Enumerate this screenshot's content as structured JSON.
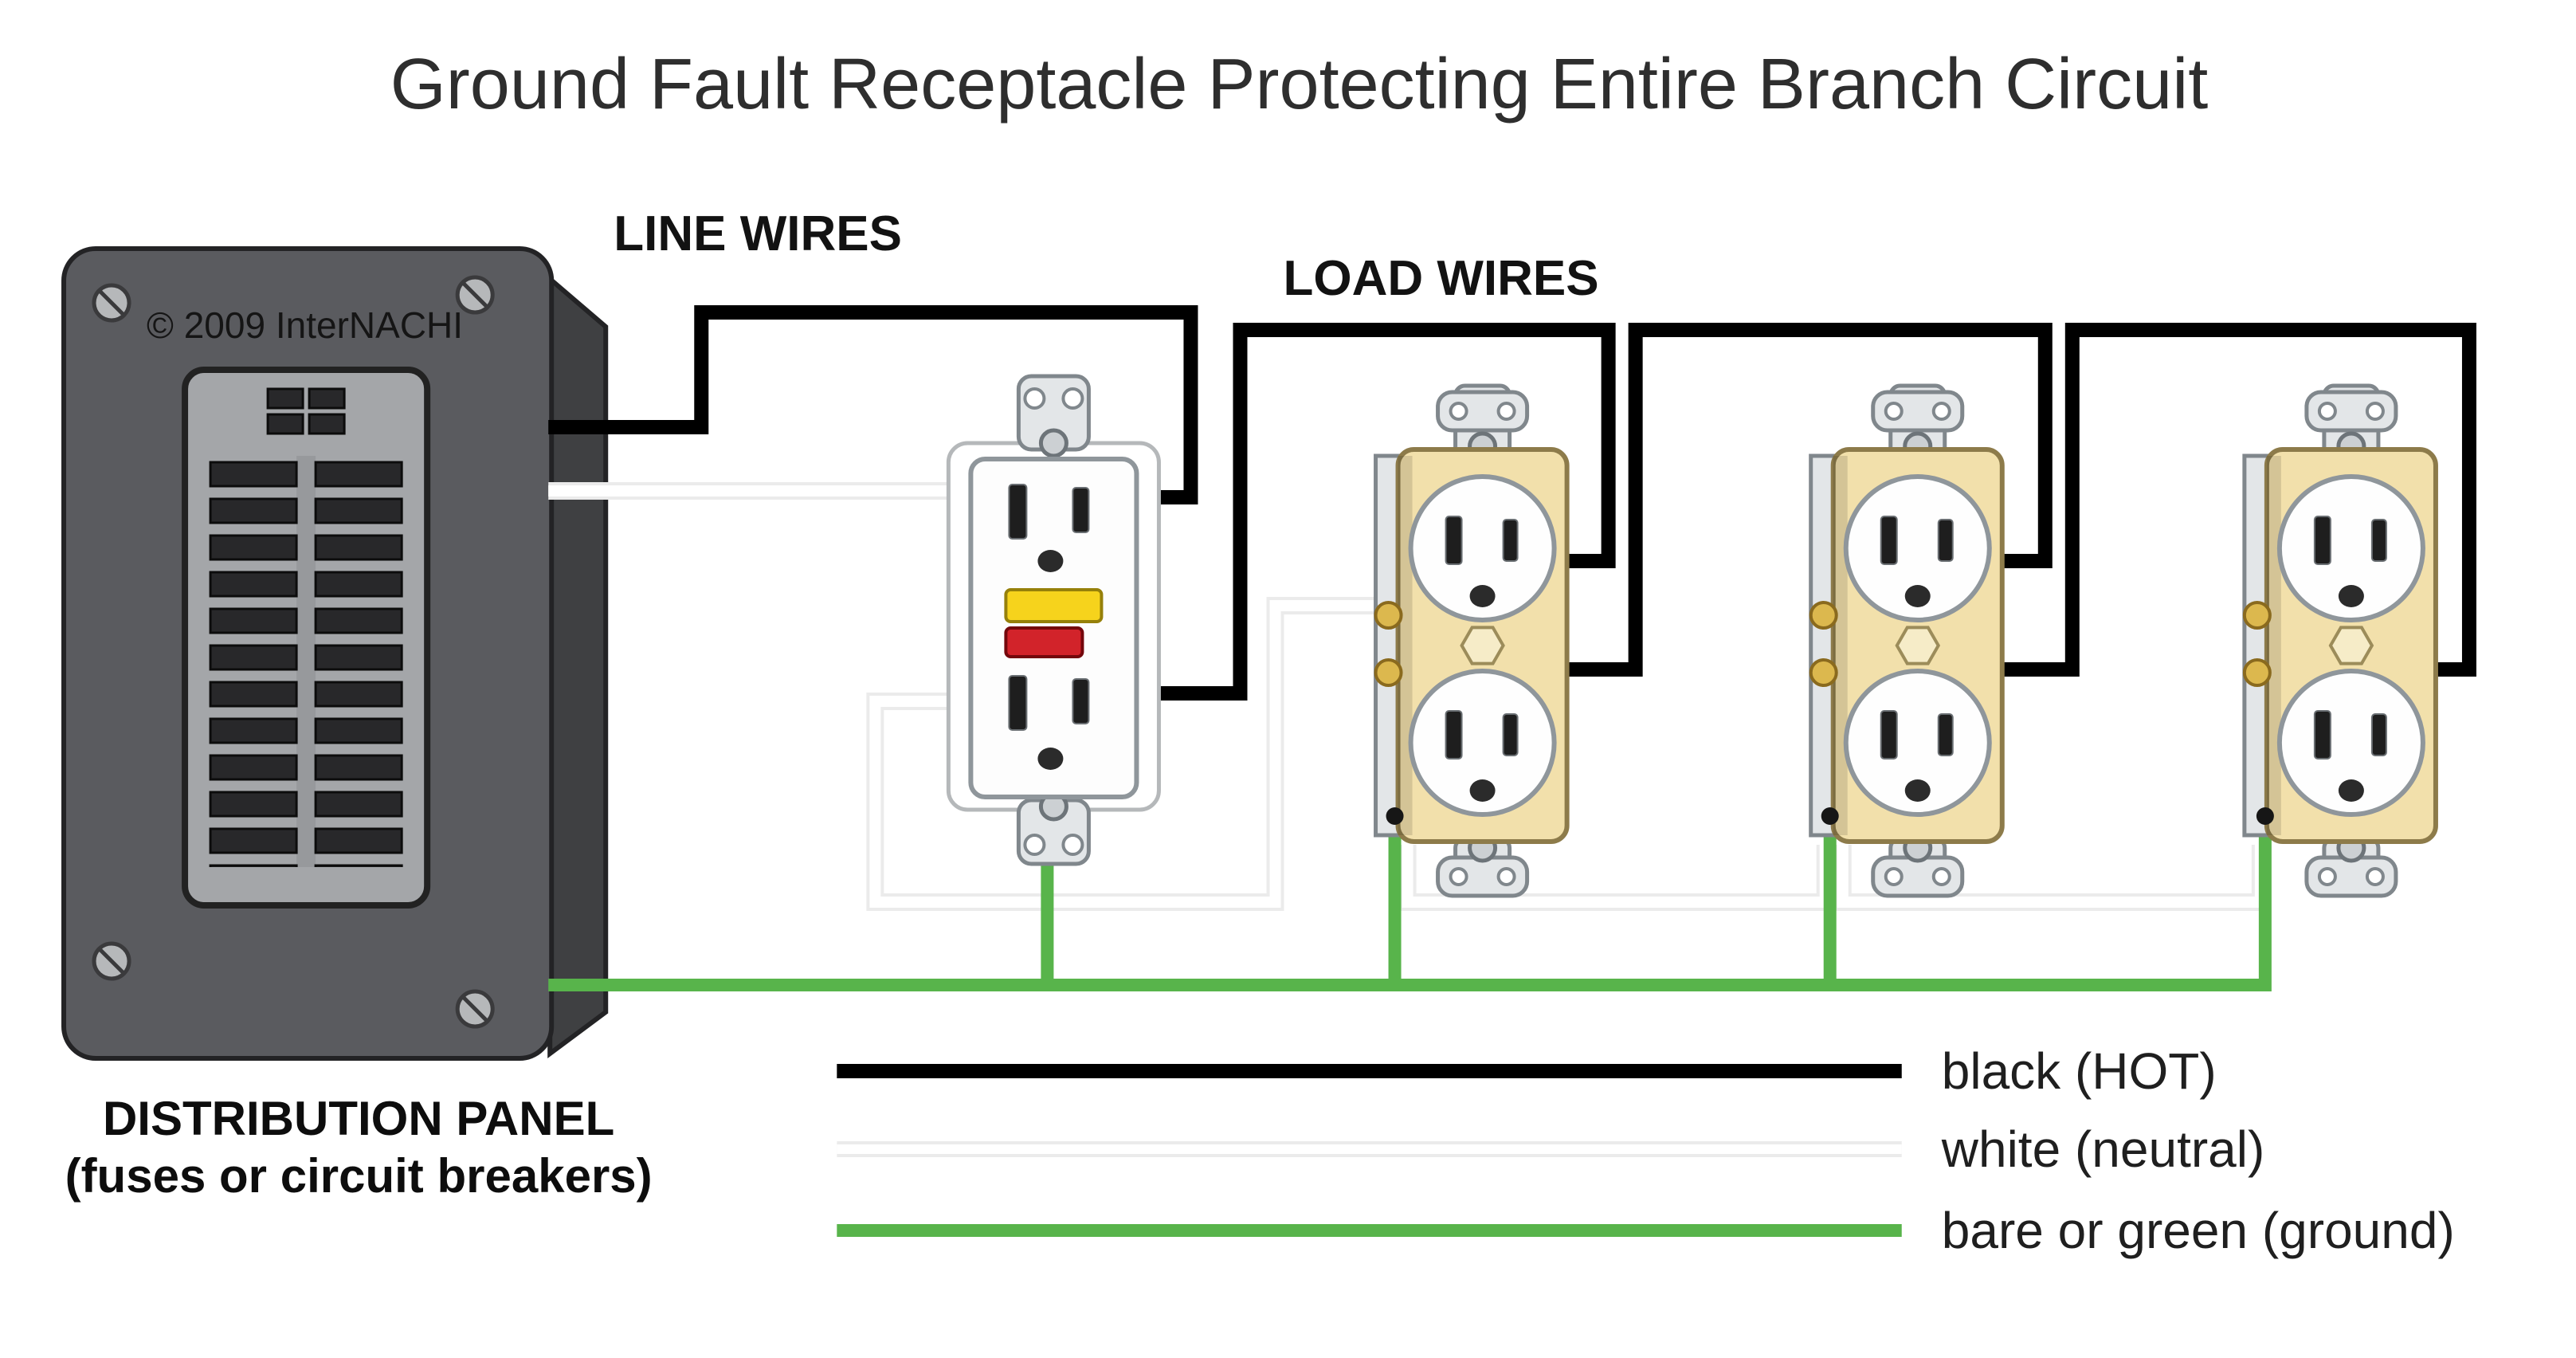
{
  "title": "Ground Fault Receptacle Protecting Entire Branch Circuit",
  "labels": {
    "line_wires": "LINE WIRES",
    "load_wires": "LOAD WIRES"
  },
  "panel": {
    "copyright": "© 2009 InterNACHI",
    "caption_line1": "DISTRIBUTION PANEL",
    "caption_line2": "(fuses or circuit breakers)"
  },
  "legend": {
    "items": [
      {
        "label": "black (HOT)",
        "color": "#000000"
      },
      {
        "label": "white (neutral)",
        "color": "#ffffff"
      },
      {
        "label": "bare or green (ground)",
        "color": "#58b44b"
      }
    ]
  },
  "colors": {
    "hot": "#000000",
    "neutral_core": "#ffffff",
    "neutral_casing": "#ebebeb",
    "ground": "#58b44b"
  }
}
